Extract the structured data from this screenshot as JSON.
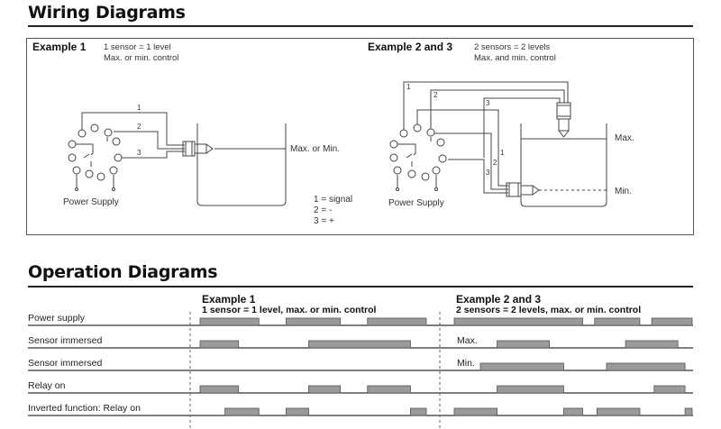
{
  "wiring": {
    "title": "Wiring Diagrams",
    "example1": {
      "title": "Example 1",
      "subtitle_line1": "1 sensor = 1 level",
      "subtitle_line2": "Max. or min. control",
      "wire_labels": [
        "1",
        "2",
        "3"
      ],
      "level_label": "Max. or Min.",
      "power_label": "Power Supply",
      "legend": [
        "1 = signal",
        "2 = -",
        "3 = +"
      ],
      "pins": [
        "1",
        "2",
        "3",
        "4",
        "5",
        "6",
        "7",
        "8",
        "9",
        "10",
        "11"
      ]
    },
    "example23": {
      "title": "Example 2 and 3",
      "subtitle_line1": "2 sensors = 2 levels",
      "subtitle_line2": "Max. and min. control",
      "wire_labels_top": [
        "1",
        "2",
        "3"
      ],
      "wire_labels_side": [
        "1",
        "2",
        "3"
      ],
      "max_label": "Max.",
      "min_label": "Min.",
      "power_label": "Power Supply"
    }
  },
  "operation": {
    "title": "Operation Diagrams",
    "example1": {
      "title": "Example 1",
      "subtitle": "1 sensor = 1 level, max. or min. control"
    },
    "example23": {
      "title": "Example 2 and 3",
      "subtitle": "2 sensors = 2 levels, max. or min. control",
      "row_tags": [
        "",
        "Max.",
        "Min.",
        "",
        ""
      ]
    },
    "rows": [
      "Power supply",
      "Sensor immersed",
      "Sensor immersed",
      "Relay on",
      "Inverted function: Relay on"
    ],
    "timing": {
      "example1": [
        [
          [
            0.0,
            0.26
          ],
          [
            0.38,
            0.62
          ],
          [
            0.74,
            1.0
          ]
        ],
        [
          [
            0.0,
            0.17
          ],
          [
            0.48,
            0.93
          ]
        ],
        [],
        [
          [
            0.0,
            0.17
          ],
          [
            0.48,
            0.62
          ],
          [
            0.74,
            0.93
          ]
        ],
        [
          [
            0.11,
            0.26
          ],
          [
            0.38,
            0.48
          ],
          [
            0.93,
            1.0
          ]
        ]
      ],
      "example23": [
        [
          [
            0.0,
            0.54
          ],
          [
            0.59,
            0.78
          ],
          [
            0.83,
            1.0
          ]
        ],
        [
          [
            0.18,
            0.4
          ],
          [
            0.72,
            0.94
          ]
        ],
        [
          [
            0.11,
            0.46
          ],
          [
            0.64,
            0.97
          ]
        ],
        [
          [
            0.18,
            0.46
          ],
          [
            0.84,
            0.97
          ]
        ],
        [
          [
            0.0,
            0.18
          ],
          [
            0.46,
            0.54
          ],
          [
            0.6,
            0.78
          ],
          [
            0.97,
            1.0
          ]
        ]
      ]
    }
  },
  "colors": {
    "pulse_fill": "#9a9a9a",
    "pulse_stroke": "#555555",
    "line": "#333333"
  }
}
